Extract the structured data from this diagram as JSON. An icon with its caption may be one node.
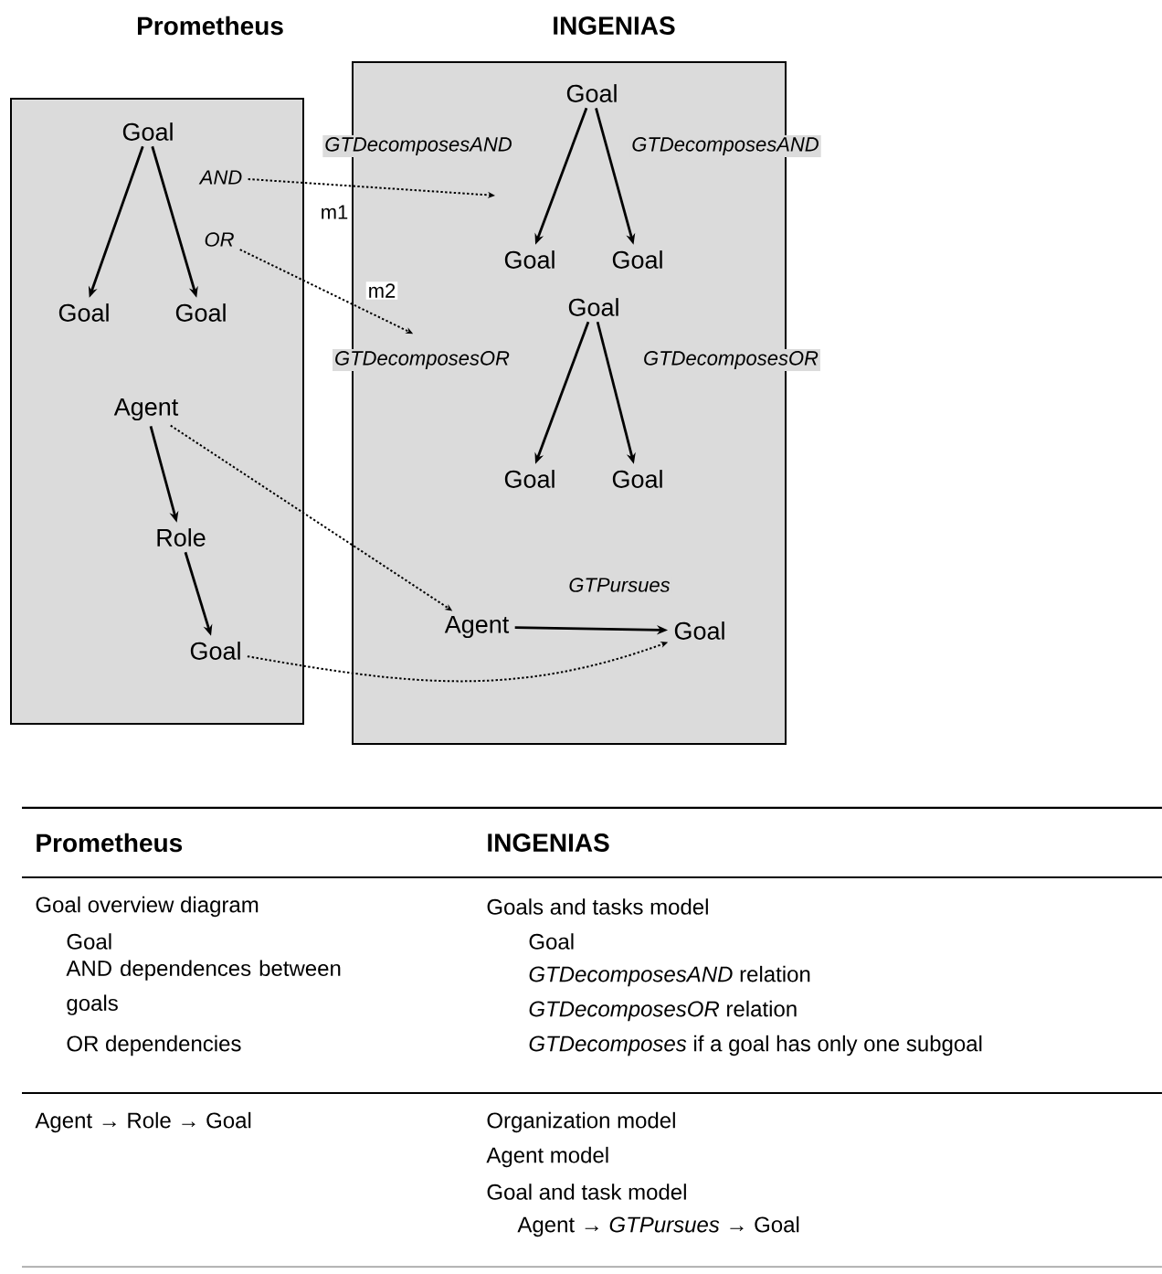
{
  "diagram": {
    "nodes": [
      {
        "text": [
          "Prometheus"
        ]
      },
      {
        "text": [
          "INGENIAS"
        ]
      },
      {
        "text": [
          "Goal"
        ],
        "in": 0
      },
      {
        "text": [
          "Goal"
        ],
        "in": 0
      },
      {
        "text": [
          "Goal"
        ],
        "in": 0
      },
      {
        "text": [
          "*AND*"
        ],
        "in": 0
      },
      {
        "text": [
          "*OR*"
        ],
        "in": 0
      },
      {
        "text": [
          "Agent"
        ],
        "in": 0
      },
      {
        "text": [
          "Role"
        ],
        "in": 0
      },
      {
        "text": [
          "Goal"
        ],
        "in": 0
      },
      {
        "text": [
          "Goal"
        ],
        "in": 1
      },
      {
        "text": [
          "Goal"
        ],
        "in": 1
      },
      {
        "text": [
          "Goal"
        ],
        "in": 1
      },
      {
        "text": [
          "Goal"
        ],
        "in": 1
      },
      {
        "text": [
          "Goal"
        ],
        "in": 1
      },
      {
        "text": [
          "Goal"
        ],
        "in": 1
      },
      {
        "text": [
          "Agent"
        ],
        "in": 1
      },
      {
        "text": [
          "Goal"
        ],
        "in": 1
      }
    ],
    "edges": [
      {
        "from": 2,
        "to": 3,
        "arrow": "to"
      },
      {
        "from": 2,
        "to": 4,
        "arrow": "to"
      },
      {
        "from": 5,
        "to": null,
        "arrow": "to",
        "label": "m1",
        "style": "dashed"
      },
      {
        "from": 6,
        "to": null,
        "arrow": "to",
        "label": "m2",
        "style": "dashed"
      },
      {
        "from": 7,
        "to": 8,
        "arrow": "to"
      },
      {
        "from": 8,
        "to": 9,
        "arrow": "to"
      },
      {
        "from": 10,
        "to": 11,
        "arrow": "to",
        "label": "*GTDecomposesAND*"
      },
      {
        "from": 10,
        "to": 12,
        "arrow": "to",
        "label": "*GTDecomposesAND*"
      },
      {
        "from": 13,
        "to": 14,
        "arrow": "to",
        "label": "*GTDecomposesOR*"
      },
      {
        "from": 13,
        "to": 15,
        "arrow": "to",
        "label": "*GTDecomposesOR*"
      },
      {
        "from": 7,
        "to": 16,
        "arrow": "to",
        "style": "dashed"
      },
      {
        "from": 9,
        "to": 17,
        "arrow": "to",
        "style": "dashed"
      },
      {
        "from": 16,
        "to": 17,
        "arrow": "to",
        "label": "*GTPursues*"
      }
    ],
    "labels": [
      "Prometheus",
      "INGENIAS",
      "Goal overview diagram",
      "Goal",
      "AND dependences between goals",
      "OR dependencies",
      "Goals and tasks model",
      "Goal",
      "*GTDecomposesAND* relation",
      "*GTDecomposesOR* relation",
      "*GTDecomposes* if a goal has only one subgoal",
      "Agent → Role → Goal",
      "Organization model",
      "Agent model",
      "Goal and task model",
      "Agent → *GTPursues* → Goal"
    ]
  }
}
